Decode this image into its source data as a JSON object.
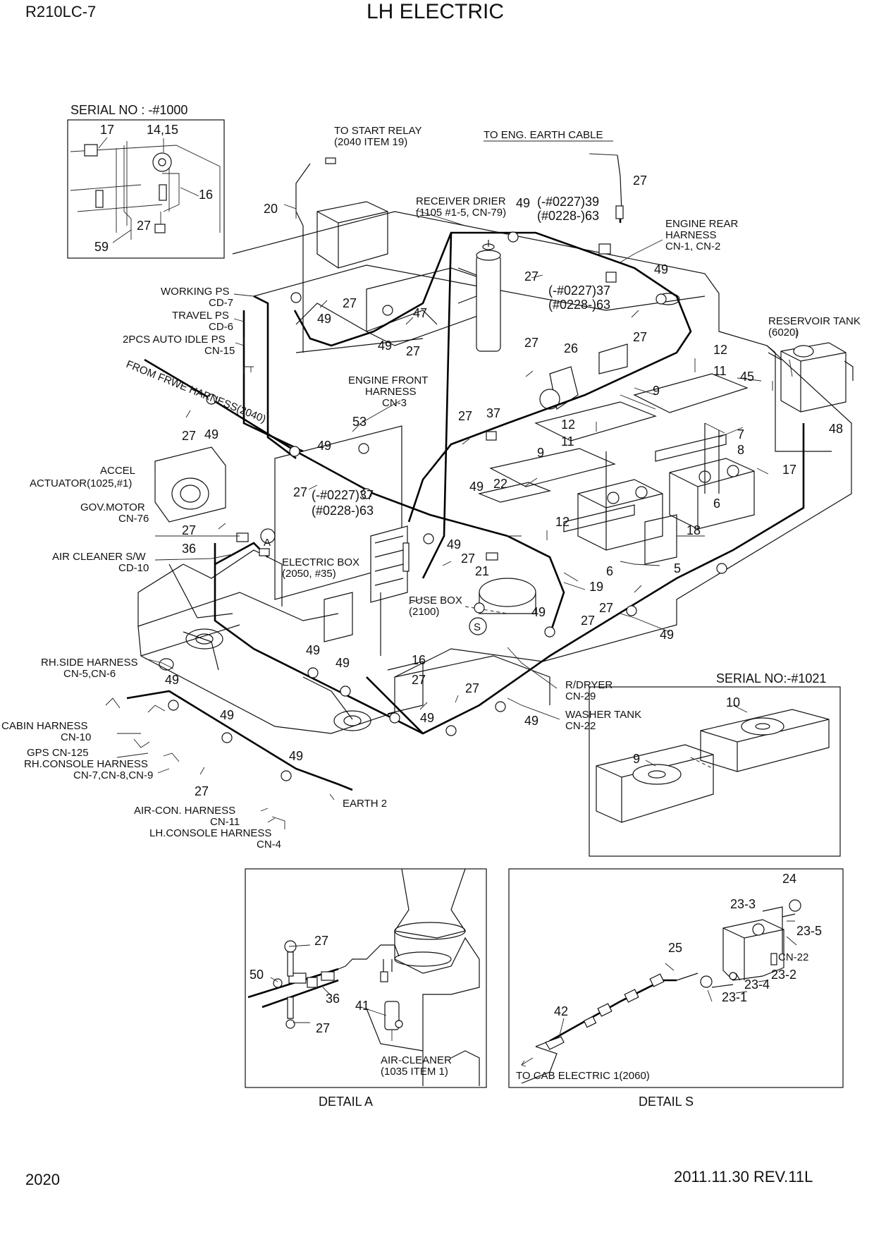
{
  "page": {
    "model": "R210LC-7",
    "title": "LH ELECTRIC",
    "page_number": "2020",
    "revision": "2011.11.30  REV.11L"
  },
  "callouts": {
    "serial_1000": "SERIAL NO : -#1000",
    "serial_1021": "SERIAL NO:-#1021",
    "to_start_relay_1": "TO START RELAY",
    "to_start_relay_2": "(2040 ITEM 19)",
    "to_eng_earth": "TO ENG. EARTH CABLE",
    "receiver_drier_1": "RECEIVER DRIER",
    "receiver_drier_2": "(1105 #1-5, CN-79)",
    "engine_rear_1": "ENGINE REAR",
    "engine_rear_2": "HARNESS",
    "engine_rear_3": "CN-1, CN-2",
    "reservoir_1": "RESERVOIR TANK",
    "reservoir_2": "(6020)",
    "working_ps_1": "WORKING PS",
    "working_ps_2": "CD-7",
    "travel_ps_1": "TRAVEL PS",
    "travel_ps_2": "CD-6",
    "auto_idle_1": "2PCS AUTO IDLE PS",
    "auto_idle_2": "CN-15",
    "from_frwe": "FROM FRWE HARNESS(2040)",
    "engine_front_1": "ENGINE FRONT",
    "engine_front_2": "HARNESS",
    "engine_front_3": "CN-3",
    "accel_1": "ACCEL",
    "accel_2": "ACTUATOR(1025,#1)",
    "gov_motor_1": "GOV.MOTOR",
    "gov_motor_2": "CN-76",
    "air_cleaner_sw_1": "AIR CLEANER S/W",
    "air_cleaner_sw_2": "CD-10",
    "electric_box_1": "ELECTRIC BOX",
    "electric_box_2": "(2050, #35)",
    "fuse_box_1": "FUSE BOX",
    "fuse_box_2": "(2100)",
    "rh_side_1": "RH.SIDE HARNESS",
    "rh_side_2": "CN-5,CN-6",
    "cabin_1": "CABIN HARNESS",
    "cabin_2": "CN-10",
    "gps": "GPS CN-125",
    "rh_console_1": "RH.CONSOLE HARNESS",
    "rh_console_2": "CN-7,CN-8,CN-9",
    "aircon_1": "AIR-CON. HARNESS",
    "aircon_2": "CN-11",
    "lh_console_1": "LH.CONSOLE HARNESS",
    "lh_console_2": "CN-4",
    "earth2": "EARTH 2",
    "rdryer_1": "R/DRYER",
    "rdryer_2": "CN-29",
    "washer_1": "WASHER TANK",
    "washer_2": "CN-22",
    "ver_a_1": "(-#0227)39",
    "ver_a_2": "(#0228-)63",
    "ver_b_1": "(-#0227)37",
    "ver_b_2": "(#0228-)63",
    "ver_c_1": "(-#0227)37",
    "ver_c_2": "(#0228-)63",
    "detail_a_marker": "A",
    "detail_s_marker": "S",
    "air_cleaner_1": "AIR-CLEANER",
    "air_cleaner_2": "(1035 ITEM 1)",
    "to_cab_electric": "TO CAB ELECTRIC 1(2060)",
    "cn22": "CN-22",
    "detail_a": "DETAIL  A",
    "detail_s": "DETAIL  S"
  },
  "part_numbers": {
    "n17a": "17",
    "n1415": "14,15",
    "n16a": "16",
    "n27a": "27",
    "n59": "59",
    "n20": "20",
    "n27b": "27",
    "n49a": "49",
    "n49b": "49",
    "n27c": "27",
    "n49c": "49",
    "n27d": "27",
    "n47": "47",
    "n27e": "27",
    "n49d": "49",
    "n27f": "27",
    "n27g": "27",
    "n26": "26",
    "n12a": "12",
    "n11a": "11",
    "n45": "45",
    "n48": "48",
    "n9a": "9",
    "n9b": "9",
    "n27h": "27",
    "n49e": "49",
    "n53": "53",
    "n49f": "49",
    "n27i": "27",
    "n37": "37",
    "n12b": "12",
    "n11b": "11",
    "n49g": "49",
    "n22": "22",
    "n7": "7",
    "n8": "8",
    "n17b": "17",
    "n27j": "27",
    "n36a": "36",
    "n12c": "12",
    "n18": "18",
    "n6a": "6",
    "n6b": "6",
    "n49h": "49",
    "n27k": "27",
    "n21": "21",
    "n19": "19",
    "n5": "5",
    "n49i": "49",
    "n27l": "27",
    "n27m": "27",
    "n49j": "49",
    "n16b": "16",
    "n27n": "27",
    "n27o": "27",
    "n49k": "49",
    "n49l": "49",
    "n49m": "49",
    "n49n": "49",
    "n49o": "49",
    "n49p": "49",
    "n49q": "49",
    "n27p": "27",
    "n49r": "49",
    "n10": "10",
    "n9c": "9",
    "d_a_27a": "27",
    "d_a_50": "50",
    "d_a_36": "36",
    "d_a_41": "41",
    "d_a_27b": "27",
    "d_s_24": "24",
    "d_s_233": "23-3",
    "d_s_235": "23-5",
    "d_s_25": "25",
    "d_s_232": "23-2",
    "d_s_234": "23-4",
    "d_s_231": "23-1",
    "d_s_42": "42"
  }
}
